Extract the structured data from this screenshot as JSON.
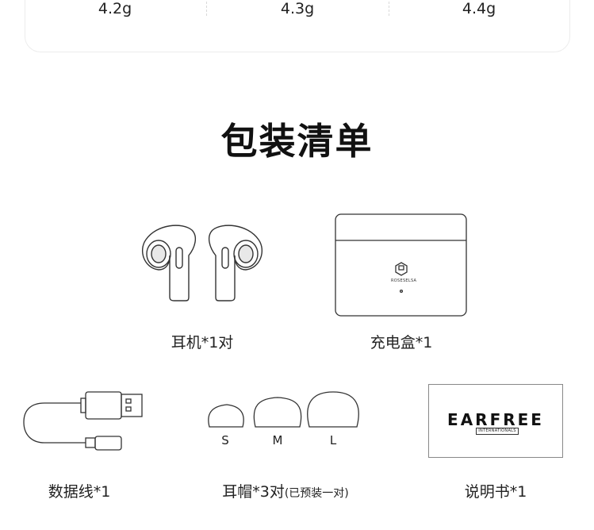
{
  "weights": [
    "4.2g",
    "4.3g",
    "4.4g"
  ],
  "section_title": "包装清单",
  "items": {
    "earbuds": "耳机*1对",
    "case": "充电盒*1",
    "cable": "数据线*1",
    "eartips": "耳帽*3对",
    "eartips_note": "(已预装一对)",
    "manual": "说明书*1"
  },
  "tip_sizes": [
    "S",
    "M",
    "L"
  ],
  "case_brand": "ROSESELSA",
  "manual_brand": "EARFREE",
  "manual_brand_sub": "INTERNATIONALS"
}
